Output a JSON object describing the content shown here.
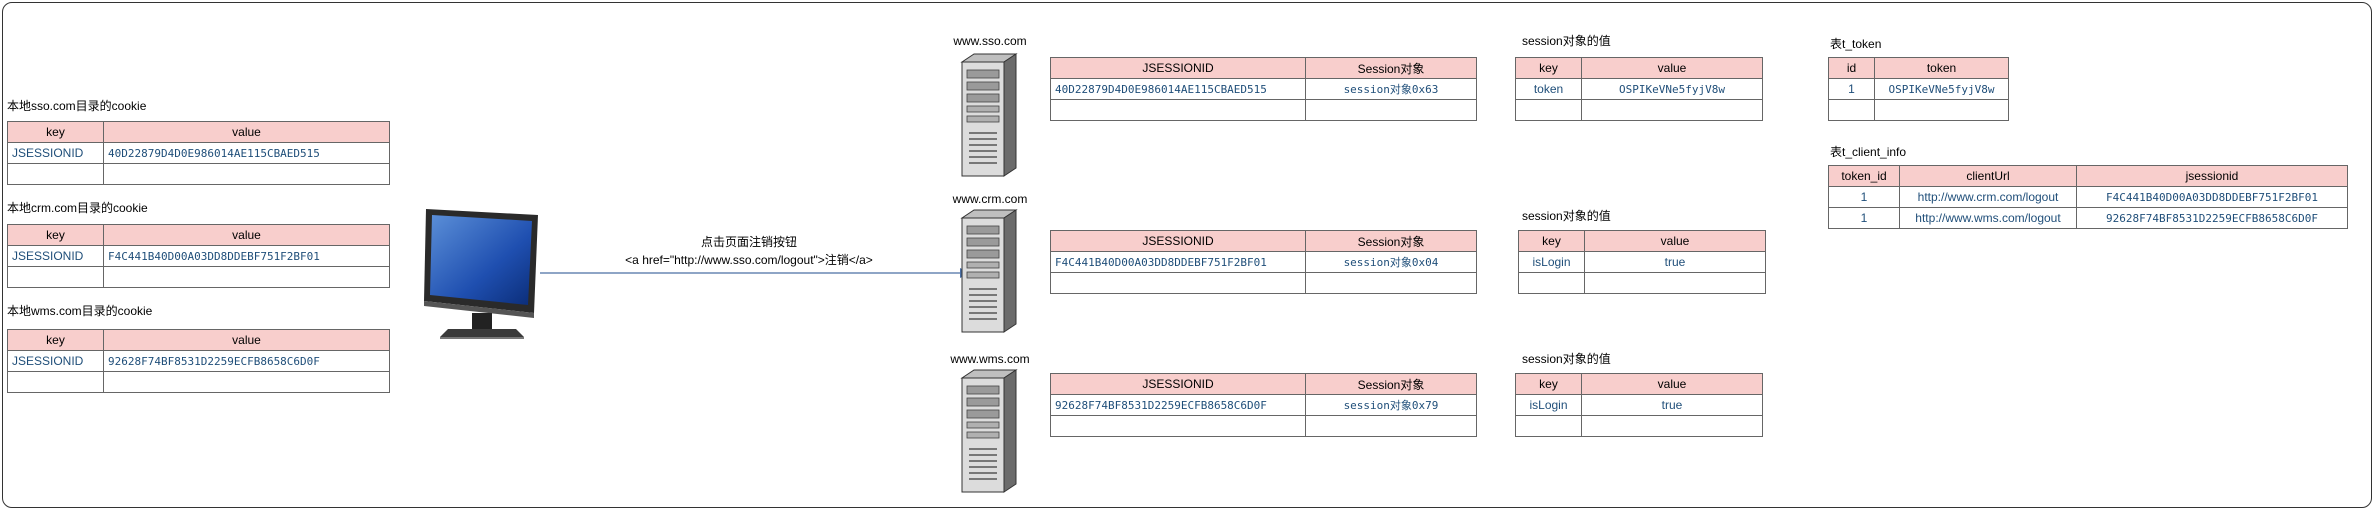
{
  "cookies": [
    {
      "title": "本地sso.com目录的cookie",
      "h_key": "key",
      "h_value": "value",
      "key": "JSESSIONID",
      "value": "40D22879D4D0E986014AE115CBAED515"
    },
    {
      "title": "本地crm.com目录的cookie",
      "h_key": "key",
      "h_value": "value",
      "key": "JSESSIONID",
      "value": "F4C441B40D00A03DD8DDEBF751F2BF01"
    },
    {
      "title": "本地wms.com目录的cookie",
      "h_key": "key",
      "h_value": "value",
      "key": "JSESSIONID",
      "value": "92628F74BF8531D2259ECFB8658C6D0F"
    }
  ],
  "request": {
    "line1": "点击页面注销按钮",
    "line2": "<a href=\"http://www.sso.com/logout\">注销</a>"
  },
  "servers": [
    {
      "name": "www.sso.com",
      "h_sid": "JSESSIONID",
      "h_obj": "Session对象",
      "sid": "40D22879D4D0E986014AE115CBAED515",
      "obj": "session对象0x63",
      "s_title": "session对象的值",
      "h_key": "key",
      "h_value": "value",
      "s_key": "token",
      "s_value": "OSPIKeVNe5fyjV8w"
    },
    {
      "name": "www.crm.com",
      "h_sid": "JSESSIONID",
      "h_obj": "Session对象",
      "sid": "F4C441B40D00A03DD8DDEBF751F2BF01",
      "obj": "session对象0x04",
      "s_title": "session对象的值",
      "h_key": "key",
      "h_value": "value",
      "s_key": "isLogin",
      "s_value": "true"
    },
    {
      "name": "www.wms.com",
      "h_sid": "JSESSIONID",
      "h_obj": "Session对象",
      "sid": "92628F74BF8531D2259ECFB8658C6D0F",
      "obj": "session对象0x79",
      "s_title": "session对象的值",
      "h_key": "key",
      "h_value": "value",
      "s_key": "isLogin",
      "s_value": "true"
    }
  ],
  "t_token": {
    "title": "表t_token",
    "h_id": "id",
    "h_token": "token",
    "id": "1",
    "token": "OSPIKeVNe5fyjV8w"
  },
  "t_client_info": {
    "title": "表t_client_info",
    "h_token_id": "token_id",
    "h_client": "clientUrl",
    "h_jsid": "jsessionid",
    "rows": [
      {
        "token_id": "1",
        "clientUrl": "http://www.crm.com/logout",
        "jsessionid": "F4C441B40D00A03DD8DDEBF751F2BF01"
      },
      {
        "token_id": "1",
        "clientUrl": "http://www.wms.com/logout",
        "jsessionid": "92628F74BF8531D2259ECFB8658C6D0F"
      }
    ]
  },
  "icons": {
    "computer": "monitor-icon",
    "server": "server-tower-icon"
  },
  "colors": {
    "header_fill": "#f8cecc",
    "value_text": "#1f4e79",
    "arrow": "#4a6fa5"
  }
}
